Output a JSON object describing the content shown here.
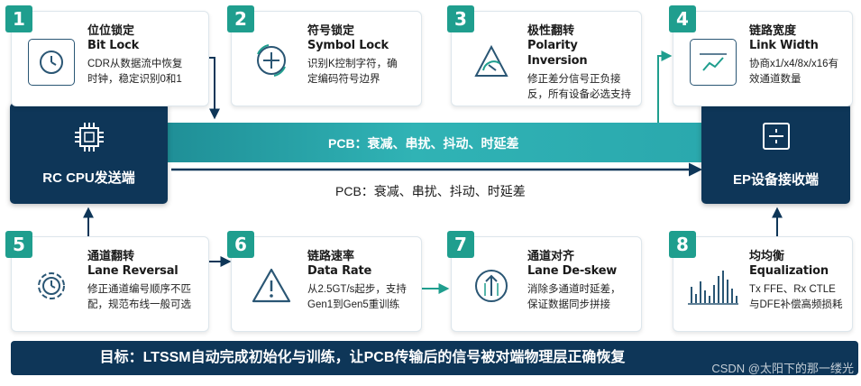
{
  "steps": [
    {
      "num": "1",
      "title_cn": "位位锁定",
      "title_en": "Bit Lock",
      "desc1": "CDR从数据流中恢复",
      "desc2": "时钟，稳定识别0和1",
      "icon": "clock-icon"
    },
    {
      "num": "2",
      "title_cn": "符号锁定",
      "title_en": "Symbol Lock",
      "desc1": "识别K控制字符，确",
      "desc2": "定编码符号边界",
      "icon": "symbol-sync-icon"
    },
    {
      "num": "3",
      "title_cn": "极性翻转",
      "title_en": "Polarity Inversion",
      "desc1": "修正差分信号正负接",
      "desc2": "反，所有设备必选支持",
      "icon": "polarity-icon"
    },
    {
      "num": "4",
      "title_cn": "链路宽度",
      "title_en": "Link Width",
      "desc1": "协商x1/x4/8x/x16有",
      "desc2": "效通道数量",
      "icon": "chart-window-icon"
    },
    {
      "num": "5",
      "title_cn": "通道翻转",
      "title_en": "Lane Reversal",
      "desc1": "修正通道编号顺序不匹",
      "desc2": "配，规范布线一般可选",
      "icon": "gear-clock-icon"
    },
    {
      "num": "6",
      "title_cn": "链路速率",
      "title_en": "Data Rate",
      "desc1": "从2.5GT/s起步，支持",
      "desc2": "Gen1到Gen5重训练",
      "icon": "warning-icon"
    },
    {
      "num": "7",
      "title_cn": "通道对齐",
      "title_en": "Lane De-skew",
      "desc1": "消除多通道时延差，",
      "desc2": "保证数据同步拼接",
      "icon": "align-arrows-icon"
    },
    {
      "num": "8",
      "title_cn": "均均衡",
      "title_en": "Equalization",
      "desc1": "Tx FFE、Rx CTLE",
      "desc2": "与DFE补偿高频损耗",
      "icon": "equalizer-bars-icon"
    }
  ],
  "endpoints": {
    "left": "RC CPU发送端",
    "right": "EP设备接收端"
  },
  "pcb": {
    "band_text": "PCB：衰减、串扰、抖动、时延差",
    "arrow_text": "PCB：衰减、串扰、抖动、时延差"
  },
  "goal": "目标：LTSSM自动完成初始化与训练，让PCB传输后的信号被对端物理层正确恢复",
  "watermark": "CSDN @太阳下的那一缕光",
  "colors": {
    "teal": "#1f9e8e",
    "navy": "#0e3658",
    "icon_stroke": "#2a5674"
  }
}
